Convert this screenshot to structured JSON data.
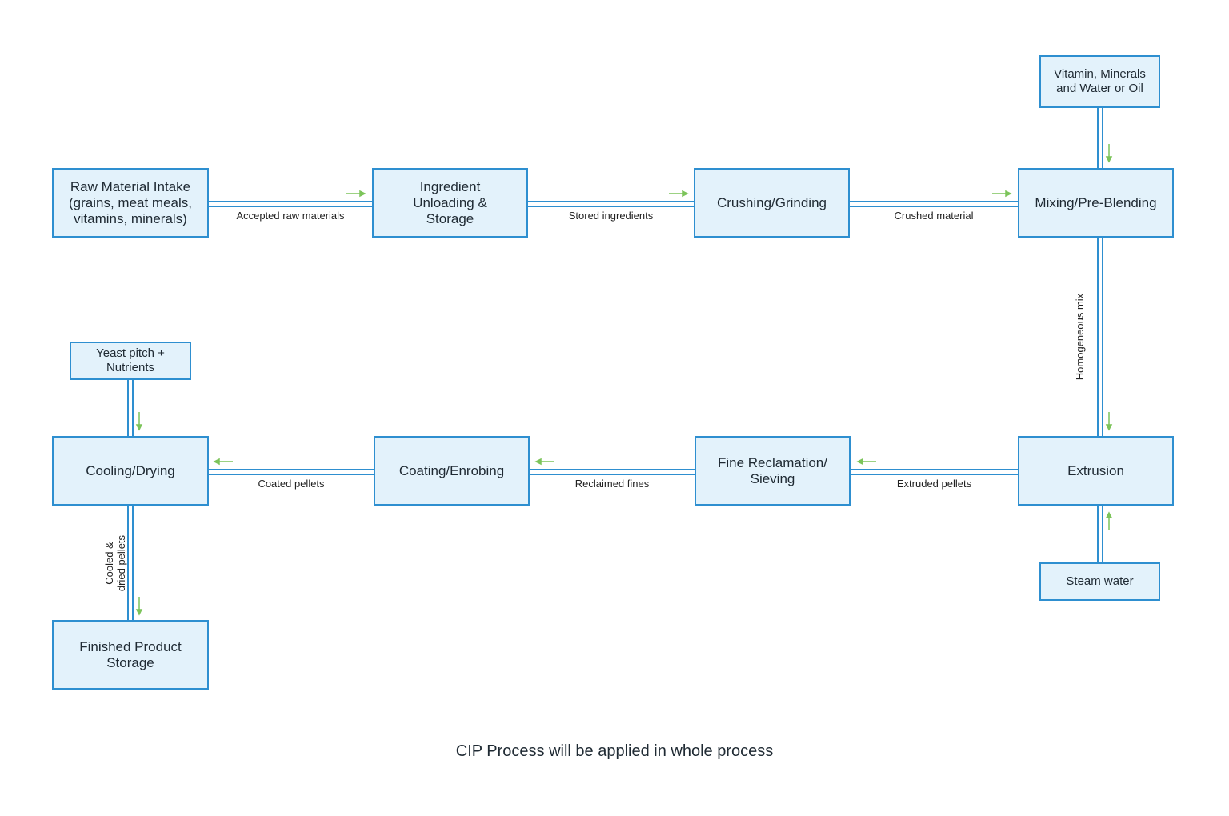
{
  "nodes": {
    "raw_material_intake": "Raw Material Intake\n(grains, meat meals,\nvitamins, minerals)",
    "ingredient_unloading": "Ingredient\nUnloading &\nStorage",
    "crushing_grinding": "Crushing/Grinding",
    "mixing_pre_blending": "Mixing/Pre-Blending",
    "vitamin_minerals": "Vitamin, Minerals\nand Water or Oil",
    "extrusion": "Extrusion",
    "steam_water": "Steam water",
    "fine_reclamation": "Fine Reclamation/\nSieving",
    "coating_enrobing": "Coating/Enrobing",
    "cooling_drying": "Cooling/Drying",
    "yeast_pitch": "Yeast pitch +\nNutrients",
    "finished_product_storage": "Finished Product\nStorage"
  },
  "edges": {
    "accepted_raw_materials": "Accepted raw materials",
    "stored_ingredients": "Stored ingredients",
    "crushed_material": "Crushed material",
    "homogeneous_mix": "Homogeneous mix",
    "extruded_pellets": "Extruded pellets",
    "reclaimed_fines": "Reclaimed fines",
    "coated_pellets": "Coated pellets",
    "cooled_dried_pellets": "Cooled &\ndried pellets"
  },
  "footer_note": "CIP Process will be applied in whole process",
  "colors": {
    "box_fill": "#e3f2fb",
    "box_border": "#2e8fd0",
    "connector": "#2e8fd0",
    "arrow": "#7cc45a"
  }
}
